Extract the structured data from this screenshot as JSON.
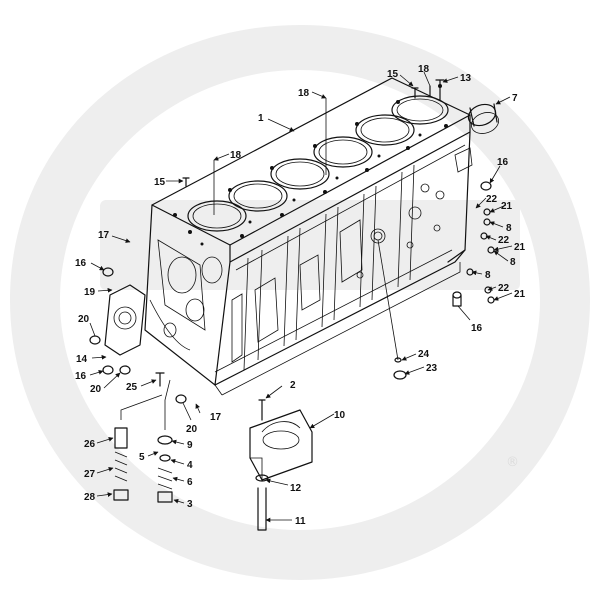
{
  "diagram": {
    "watermark_mark": "®",
    "callouts": [
      {
        "id": "c1",
        "label": "1"
      },
      {
        "id": "c2",
        "label": "2"
      },
      {
        "id": "c3",
        "label": "3"
      },
      {
        "id": "c4",
        "label": "4"
      },
      {
        "id": "c5",
        "label": "5"
      },
      {
        "id": "c6",
        "label": "6"
      },
      {
        "id": "c7",
        "label": "7"
      },
      {
        "id": "c8a",
        "label": "8"
      },
      {
        "id": "c8b",
        "label": "8"
      },
      {
        "id": "c8c",
        "label": "8"
      },
      {
        "id": "c9",
        "label": "9"
      },
      {
        "id": "c10",
        "label": "10"
      },
      {
        "id": "c11",
        "label": "11"
      },
      {
        "id": "c12",
        "label": "12"
      },
      {
        "id": "c13",
        "label": "13"
      },
      {
        "id": "c14",
        "label": "14"
      },
      {
        "id": "c15a",
        "label": "15"
      },
      {
        "id": "c15b",
        "label": "15"
      },
      {
        "id": "c16a",
        "label": "16"
      },
      {
        "id": "c16b",
        "label": "16"
      },
      {
        "id": "c16c",
        "label": "16"
      },
      {
        "id": "c16d",
        "label": "16"
      },
      {
        "id": "c17a",
        "label": "17"
      },
      {
        "id": "c17b",
        "label": "17"
      },
      {
        "id": "c18a",
        "label": "18"
      },
      {
        "id": "c18b",
        "label": "18"
      },
      {
        "id": "c18c",
        "label": "18"
      },
      {
        "id": "c19",
        "label": "19"
      },
      {
        "id": "c20a",
        "label": "20"
      },
      {
        "id": "c20b",
        "label": "20"
      },
      {
        "id": "c20c",
        "label": "20"
      },
      {
        "id": "c21a",
        "label": "21"
      },
      {
        "id": "c21b",
        "label": "21"
      },
      {
        "id": "c21c",
        "label": "21"
      },
      {
        "id": "c22a",
        "label": "22"
      },
      {
        "id": "c22b",
        "label": "22"
      },
      {
        "id": "c22c",
        "label": "22"
      },
      {
        "id": "c23",
        "label": "23"
      },
      {
        "id": "c24",
        "label": "24"
      },
      {
        "id": "c25",
        "label": "25"
      },
      {
        "id": "c26",
        "label": "26"
      },
      {
        "id": "c27",
        "label": "27"
      },
      {
        "id": "c28",
        "label": "28"
      }
    ]
  }
}
